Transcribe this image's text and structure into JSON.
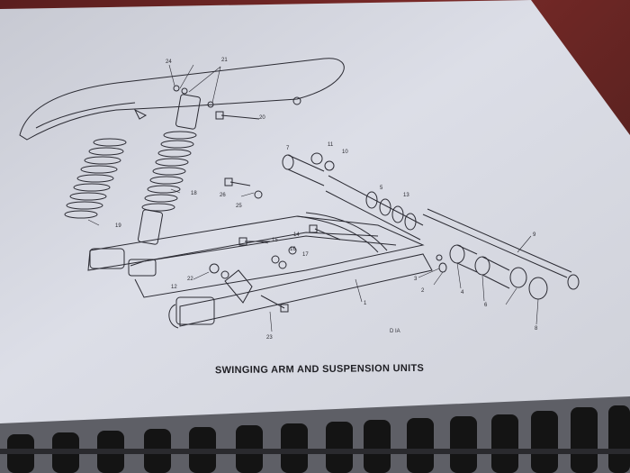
{
  "caption": "SWINGING ARM AND SUSPENSION UNITS",
  "figure_ref": "D IA",
  "part_numbers": [
    "1",
    "2",
    "3",
    "4",
    "5",
    "6",
    "7",
    "8",
    "9",
    "10",
    "11",
    "12",
    "13",
    "14",
    "15",
    "16",
    "17",
    "18",
    "19",
    "20",
    "21",
    "22",
    "23",
    "24",
    "25",
    "26"
  ],
  "colors": {
    "paper": "#d7d9e3",
    "ink": "#2b2b33",
    "binding": "#151515",
    "table": "#6b2424"
  }
}
